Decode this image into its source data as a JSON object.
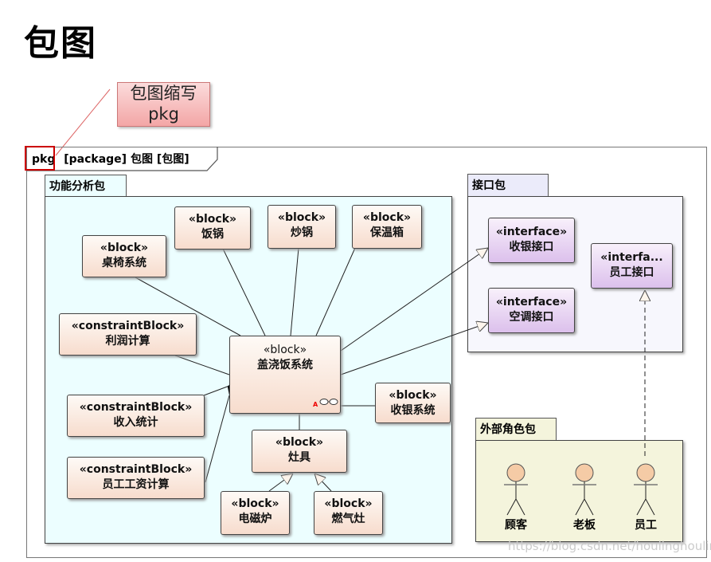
{
  "page": {
    "title": "包图"
  },
  "callout": {
    "line1": "包图缩写",
    "line2": "pkg"
  },
  "frame": {
    "keyword": "pkg",
    "label": "[package] 包图 [包图]"
  },
  "packages": {
    "functional": {
      "name": "功能分析包",
      "blocks": [
        {
          "id": "fanguo",
          "stereotype": "«block»",
          "name": "饭锅"
        },
        {
          "id": "chaoguo",
          "stereotype": "«block»",
          "name": "炒锅"
        },
        {
          "id": "baowenxiang",
          "stereotype": "«block»",
          "name": "保温箱"
        },
        {
          "id": "zhuoyi",
          "stereotype": "«block»",
          "name": "桌椅系统"
        },
        {
          "id": "lirun",
          "stereotype": "«constraintBlock»",
          "name": "利润计算"
        },
        {
          "id": "main",
          "stereotype": "«block»",
          "name": "盖浇饭系统",
          "adornment": "A"
        },
        {
          "id": "shouru",
          "stereotype": "«constraintBlock»",
          "name": "收入统计"
        },
        {
          "id": "gongzi",
          "stereotype": "«constraintBlock»",
          "name": "员工工资计算"
        },
        {
          "id": "shouyin",
          "stereotype": "«block»",
          "name": "收银系统"
        },
        {
          "id": "zaoju",
          "stereotype": "«block»",
          "name": "灶具"
        },
        {
          "id": "diancilu",
          "stereotype": "«block»",
          "name": "电磁炉"
        },
        {
          "id": "ranqizao",
          "stereotype": "«block»",
          "name": "燃气灶"
        }
      ]
    },
    "interface": {
      "name": "接口包",
      "interfaces": [
        {
          "id": "shouyin_if",
          "stereotype": "«interface»",
          "name": "收银接口"
        },
        {
          "id": "kongtiao_if",
          "stereotype": "«interface»",
          "name": "空调接口"
        },
        {
          "id": "yuangong_if",
          "stereotype": "«interfa...",
          "name": "员工接口"
        }
      ]
    },
    "actors": {
      "name": "外部角色包",
      "actors": [
        {
          "id": "guke",
          "name": "顾客"
        },
        {
          "id": "laoban",
          "name": "老板"
        },
        {
          "id": "yuangong",
          "name": "员工"
        }
      ]
    }
  },
  "relationships": [
    {
      "type": "composition",
      "whole": "main",
      "part": "zhuoyi"
    },
    {
      "type": "composition",
      "whole": "main",
      "part": "fanguo"
    },
    {
      "type": "composition",
      "whole": "main",
      "part": "chaoguo"
    },
    {
      "type": "composition",
      "whole": "main",
      "part": "baowenxiang"
    },
    {
      "type": "composition",
      "whole": "main",
      "part": "lirun"
    },
    {
      "type": "composition",
      "whole": "main",
      "part": "shouru"
    },
    {
      "type": "composition",
      "whole": "main",
      "part": "gongzi"
    },
    {
      "type": "composition",
      "whole": "main",
      "part": "shouyin"
    },
    {
      "type": "composition",
      "whole": "main",
      "part": "zaoju"
    },
    {
      "type": "generalization",
      "from": "diancilu",
      "to": "zaoju"
    },
    {
      "type": "generalization",
      "from": "ranqizao",
      "to": "zaoju"
    },
    {
      "type": "realization",
      "from": "main",
      "to": "shouyin_if"
    },
    {
      "type": "realization",
      "from": "main",
      "to": "kongtiao_if"
    },
    {
      "type": "dependency",
      "from": "yuangong",
      "to": "yuangong_if"
    }
  ],
  "watermark": "https://blog.csdn.net/houlinghouling",
  "colors": {
    "functional_fill": "#ecfeff",
    "interface_fill": "#f7f7fd",
    "actors_fill": "#f4f4dc",
    "highlight": "#cc0000"
  }
}
